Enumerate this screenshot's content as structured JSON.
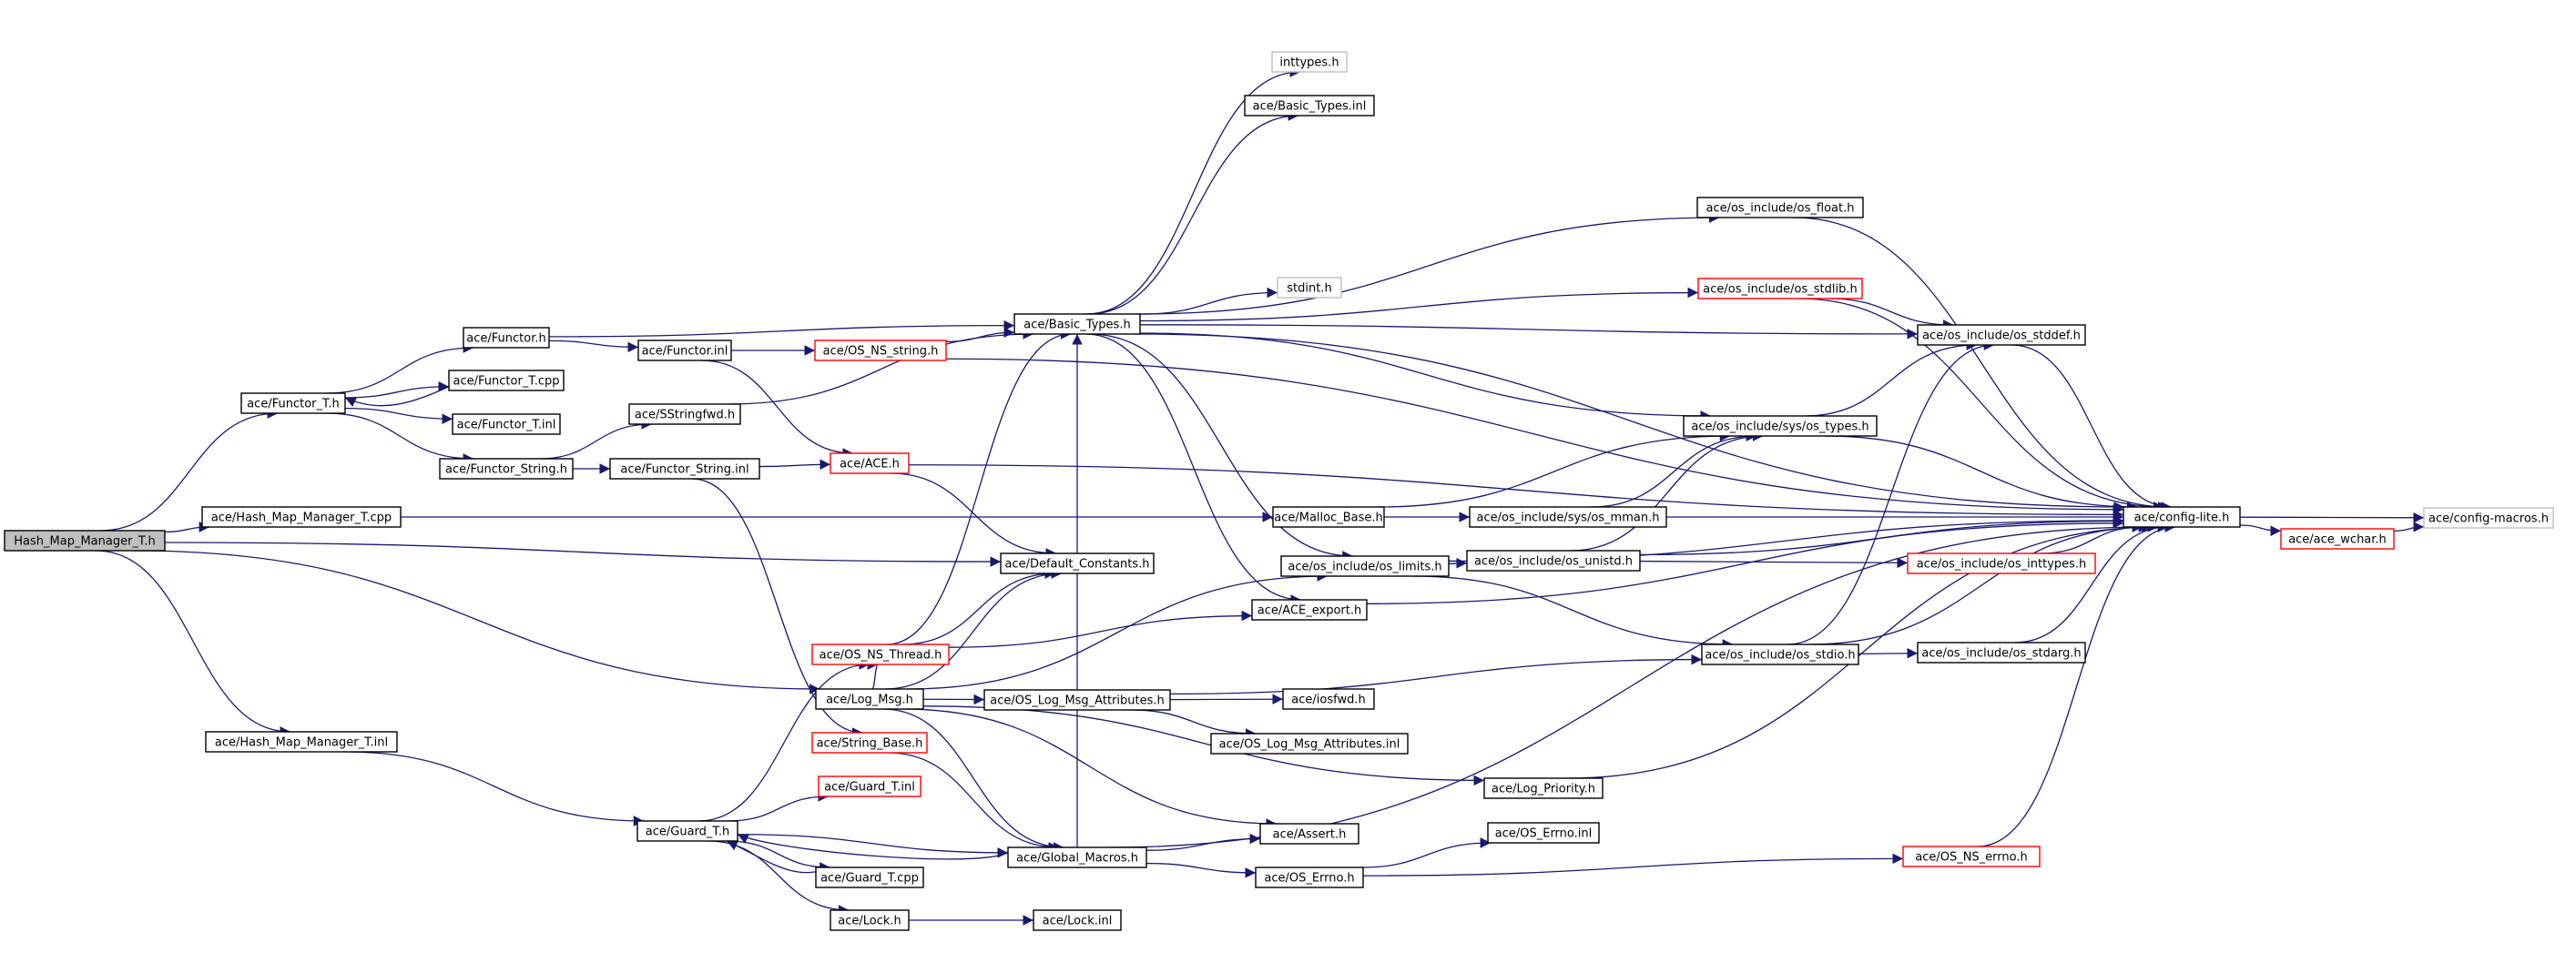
{
  "colors": {
    "edge": "#191970",
    "node_border": "#000000",
    "node_border_missing": "#ff0000",
    "node_border_external": "#bfbfbf",
    "node_fill": "#ffffff",
    "node_fill_root": "#bfbfbf"
  },
  "root_label": "Hash_Map_Manager_T.h",
  "nodes": [
    {
      "id": "root",
      "label": "Hash_Map_Manager_T.h",
      "style": "root"
    },
    {
      "id": "functor_t_h",
      "label": "ace/Functor_T.h",
      "style": "normal"
    },
    {
      "id": "hmm_cpp",
      "label": "ace/Hash_Map_Manager_T.cpp",
      "style": "normal"
    },
    {
      "id": "hmm_inl",
      "label": "ace/Hash_Map_Manager_T.inl",
      "style": "normal"
    },
    {
      "id": "functor_h",
      "label": "ace/Functor.h",
      "style": "normal"
    },
    {
      "id": "functor_t_cpp",
      "label": "ace/Functor_T.cpp",
      "style": "normal"
    },
    {
      "id": "functor_t_inl",
      "label": "ace/Functor_T.inl",
      "style": "normal"
    },
    {
      "id": "functor_string_h",
      "label": "ace/Functor_String.h",
      "style": "normal"
    },
    {
      "id": "functor_inl",
      "label": "ace/Functor.inl",
      "style": "normal"
    },
    {
      "id": "sstringfwd",
      "label": "ace/SStringfwd.h",
      "style": "normal"
    },
    {
      "id": "functor_string_inl",
      "label": "ace/Functor_String.inl",
      "style": "normal"
    },
    {
      "id": "os_ns_string",
      "label": "ace/OS_NS_string.h",
      "style": "missing"
    },
    {
      "id": "ace_h",
      "label": "ace/ACE.h",
      "style": "missing"
    },
    {
      "id": "basic_types_h",
      "label": "ace/Basic_Types.h",
      "style": "normal"
    },
    {
      "id": "inttypes",
      "label": "inttypes.h",
      "style": "external"
    },
    {
      "id": "basic_types_inl",
      "label": "ace/Basic_Types.inl",
      "style": "normal"
    },
    {
      "id": "stdint",
      "label": "stdint.h",
      "style": "external"
    },
    {
      "id": "default_constants",
      "label": "ace/Default_Constants.h",
      "style": "normal"
    },
    {
      "id": "malloc_base",
      "label": "ace/Malloc_Base.h",
      "style": "normal"
    },
    {
      "id": "os_limits",
      "label": "ace/os_include/os_limits.h",
      "style": "normal"
    },
    {
      "id": "ace_export",
      "label": "ace/ACE_export.h",
      "style": "normal"
    },
    {
      "id": "os_ns_thread",
      "label": "ace/OS_NS_Thread.h",
      "style": "missing"
    },
    {
      "id": "log_msg",
      "label": "ace/Log_Msg.h",
      "style": "normal"
    },
    {
      "id": "string_base",
      "label": "ace/String_Base.h",
      "style": "missing"
    },
    {
      "id": "guard_t_inl",
      "label": "ace/Guard_T.inl",
      "style": "missing"
    },
    {
      "id": "guard_t_h",
      "label": "ace/Guard_T.h",
      "style": "normal"
    },
    {
      "id": "guard_t_cpp",
      "label": "ace/Guard_T.cpp",
      "style": "normal"
    },
    {
      "id": "lock_h",
      "label": "ace/Lock.h",
      "style": "normal"
    },
    {
      "id": "lock_inl",
      "label": "ace/Lock.inl",
      "style": "normal"
    },
    {
      "id": "global_macros",
      "label": "ace/Global_Macros.h",
      "style": "normal"
    },
    {
      "id": "os_log_msg_attr_h",
      "label": "ace/OS_Log_Msg_Attributes.h",
      "style": "normal"
    },
    {
      "id": "iosfwd",
      "label": "ace/iosfwd.h",
      "style": "normal"
    },
    {
      "id": "os_log_msg_attr_inl",
      "label": "ace/OS_Log_Msg_Attributes.inl",
      "style": "normal"
    },
    {
      "id": "assert_h",
      "label": "ace/Assert.h",
      "style": "normal"
    },
    {
      "id": "os_errno_h",
      "label": "ace/OS_Errno.h",
      "style": "normal"
    },
    {
      "id": "os_errno_inl",
      "label": "ace/OS_Errno.inl",
      "style": "normal"
    },
    {
      "id": "log_priority",
      "label": "ace/Log_Priority.h",
      "style": "normal"
    },
    {
      "id": "os_float",
      "label": "ace/os_include/os_float.h",
      "style": "normal"
    },
    {
      "id": "os_stdlib",
      "label": "ace/os_include/os_stdlib.h",
      "style": "missing"
    },
    {
      "id": "os_stddef",
      "label": "ace/os_include/os_stddef.h",
      "style": "normal"
    },
    {
      "id": "sys_os_types",
      "label": "ace/os_include/sys/os_types.h",
      "style": "normal"
    },
    {
      "id": "sys_os_mman",
      "label": "ace/os_include/sys/os_mman.h",
      "style": "normal"
    },
    {
      "id": "os_unistd",
      "label": "ace/os_include/os_unistd.h",
      "style": "normal"
    },
    {
      "id": "os_stdio",
      "label": "ace/os_include/os_stdio.h",
      "style": "normal"
    },
    {
      "id": "os_stdarg",
      "label": "ace/os_include/os_stdarg.h",
      "style": "normal"
    },
    {
      "id": "os_inttypes",
      "label": "ace/os_include/os_inttypes.h",
      "style": "missing"
    },
    {
      "id": "os_ns_errno",
      "label": "ace/OS_NS_errno.h",
      "style": "missing"
    },
    {
      "id": "config_lite",
      "label": "ace/config-lite.h",
      "style": "normal"
    },
    {
      "id": "ace_wchar",
      "label": "ace/ace_wchar.h",
      "style": "missing"
    },
    {
      "id": "config_macros",
      "label": "ace/config-macros.h",
      "style": "external"
    }
  ],
  "edges": [
    [
      "root",
      "functor_t_h"
    ],
    [
      "root",
      "hmm_cpp"
    ],
    [
      "root",
      "default_constants"
    ],
    [
      "root",
      "log_msg"
    ],
    [
      "root",
      "hmm_inl"
    ],
    [
      "functor_t_h",
      "functor_h"
    ],
    [
      "functor_t_h",
      "functor_t_cpp"
    ],
    [
      "functor_t_h",
      "functor_t_inl"
    ],
    [
      "functor_t_h",
      "functor_string_h"
    ],
    [
      "functor_t_cpp",
      "functor_t_h"
    ],
    [
      "functor_h",
      "basic_types_h"
    ],
    [
      "functor_h",
      "functor_inl"
    ],
    [
      "functor_inl",
      "os_ns_string"
    ],
    [
      "functor_inl",
      "ace_h"
    ],
    [
      "os_ns_string",
      "basic_types_h"
    ],
    [
      "os_ns_string",
      "config_lite"
    ],
    [
      "functor_string_h",
      "sstringfwd"
    ],
    [
      "functor_string_h",
      "functor_string_inl"
    ],
    [
      "sstringfwd",
      "basic_types_h"
    ],
    [
      "functor_string_inl",
      "ace_h"
    ],
    [
      "functor_string_inl",
      "string_base"
    ],
    [
      "ace_h",
      "default_constants"
    ],
    [
      "ace_h",
      "config_lite"
    ],
    [
      "hmm_cpp",
      "malloc_base"
    ],
    [
      "hmm_inl",
      "guard_t_h"
    ],
    [
      "basic_types_h",
      "inttypes"
    ],
    [
      "basic_types_h",
      "basic_types_inl"
    ],
    [
      "basic_types_h",
      "stdint"
    ],
    [
      "basic_types_h",
      "os_stddef"
    ],
    [
      "basic_types_h",
      "sys_os_types"
    ],
    [
      "basic_types_h",
      "os_float"
    ],
    [
      "basic_types_h",
      "os_stdlib"
    ],
    [
      "basic_types_h",
      "config_lite"
    ],
    [
      "basic_types_h",
      "os_limits"
    ],
    [
      "basic_types_h",
      "ace_export"
    ],
    [
      "malloc_base",
      "sys_os_mman"
    ],
    [
      "malloc_base",
      "sys_os_types"
    ],
    [
      "sys_os_mman",
      "sys_os_types"
    ],
    [
      "sys_os_mman",
      "config_lite"
    ],
    [
      "os_limits",
      "os_unistd"
    ],
    [
      "os_limits",
      "os_stdio"
    ],
    [
      "os_limits",
      "config_lite"
    ],
    [
      "os_unistd",
      "sys_os_types"
    ],
    [
      "os_unistd",
      "os_inttypes"
    ],
    [
      "os_unistd",
      "config_lite"
    ],
    [
      "ace_export",
      "config_lite"
    ],
    [
      "os_ns_thread",
      "basic_types_h"
    ],
    [
      "os_ns_thread",
      "default_constants"
    ],
    [
      "os_ns_thread",
      "ace_export"
    ],
    [
      "log_msg",
      "default_constants"
    ],
    [
      "log_msg",
      "os_limits"
    ],
    [
      "log_msg",
      "os_log_msg_attr_h"
    ],
    [
      "log_msg",
      "log_priority"
    ],
    [
      "log_msg",
      "assert_h"
    ],
    [
      "log_msg",
      "global_macros"
    ],
    [
      "log_msg",
      "os_ns_thread"
    ],
    [
      "os_log_msg_attr_h",
      "iosfwd"
    ],
    [
      "os_log_msg_attr_h",
      "os_log_msg_attr_inl"
    ],
    [
      "os_log_msg_attr_h",
      "os_stdio"
    ],
    [
      "string_base",
      "global_macros"
    ],
    [
      "guard_t_h",
      "os_ns_thread"
    ],
    [
      "guard_t_h",
      "guard_t_inl"
    ],
    [
      "guard_t_h",
      "guard_t_cpp"
    ],
    [
      "guard_t_h",
      "lock_h"
    ],
    [
      "guard_t_h",
      "global_macros"
    ],
    [
      "guard_t_cpp",
      "guard_t_h"
    ],
    [
      "global_macros",
      "guard_t_h"
    ],
    [
      "global_macros",
      "basic_types_h"
    ],
    [
      "global_macros",
      "assert_h"
    ],
    [
      "global_macros",
      "os_errno_h"
    ],
    [
      "global_macros",
      "config_lite"
    ],
    [
      "lock_h",
      "lock_inl"
    ],
    [
      "os_errno_h",
      "os_errno_inl"
    ],
    [
      "os_errno_h",
      "os_ns_errno"
    ],
    [
      "log_priority",
      "config_lite"
    ],
    [
      "os_float",
      "config_lite"
    ],
    [
      "os_stdlib",
      "os_stddef"
    ],
    [
      "os_stdlib",
      "config_lite"
    ],
    [
      "os_stddef",
      "config_lite"
    ],
    [
      "sys_os_types",
      "os_stddef"
    ],
    [
      "sys_os_types",
      "config_lite"
    ],
    [
      "os_stdio",
      "os_stdarg"
    ],
    [
      "os_stdio",
      "os_stddef"
    ],
    [
      "os_stdio",
      "config_lite"
    ],
    [
      "os_stdarg",
      "config_lite"
    ],
    [
      "os_inttypes",
      "config_lite"
    ],
    [
      "os_ns_errno",
      "config_lite"
    ],
    [
      "config_lite",
      "ace_wchar"
    ],
    [
      "config_lite",
      "config_macros"
    ],
    [
      "ace_wchar",
      "config_macros"
    ]
  ]
}
